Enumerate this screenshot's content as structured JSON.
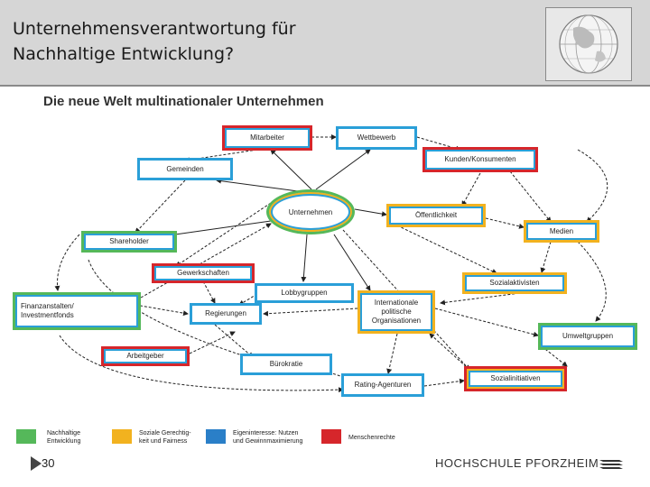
{
  "header": {
    "title_line1": "Unternehmensverantwortung für",
    "title_line2": "Nachhaltige Entwicklung?"
  },
  "diagram": {
    "title": "Die neue Welt multinationaler Unternehmen",
    "nodes": {
      "mitarbeiter": "Mitarbeiter",
      "wettbewerb": "Wettbewerb",
      "kunden": "Kunden/Konsumenten",
      "gemeinden": "Gemeinden",
      "unternehmen": "Unternehmen",
      "oeffentlichkeit": "Öffentlichkeit",
      "medien": "Medien",
      "shareholder": "Shareholder",
      "gewerkschaften": "Gewerkschaften",
      "sozialaktivisten": "Sozialaktivisten",
      "lobbygruppen": "Lobbygruppen",
      "finanz_line1": "Finanzanstalten/",
      "finanz_line2": "Investmentfonds",
      "regierungen": "Regierungen",
      "intl_line1": "Internationale",
      "intl_line2": "politische",
      "intl_line3": "Organisationen",
      "umweltgruppen": "Umweltgruppen",
      "arbeitgeber": "Arbeitgeber",
      "buerokratie": "Bürokratie",
      "rating": "Rating-Agenturen",
      "sozialinitiativen": "Sozialinitiativen"
    }
  },
  "legend": [
    {
      "color": "#55b85a",
      "line1": "Nachhaltige",
      "line2": "Entwicklung"
    },
    {
      "color": "#f2b21f",
      "line1": "Soziale Gerechtig-",
      "line2": "keit und Fairness"
    },
    {
      "color": "#2a7fc8",
      "line1": "Eigeninteresse: Nutzen",
      "line2": "und Gewinnmaximierung"
    },
    {
      "color": "#d6262b",
      "line1": "Menschenrechte",
      "line2": ""
    }
  ],
  "footer": {
    "page_number": "30",
    "brand": "HOCHSCHULE PFORZHEIM"
  }
}
